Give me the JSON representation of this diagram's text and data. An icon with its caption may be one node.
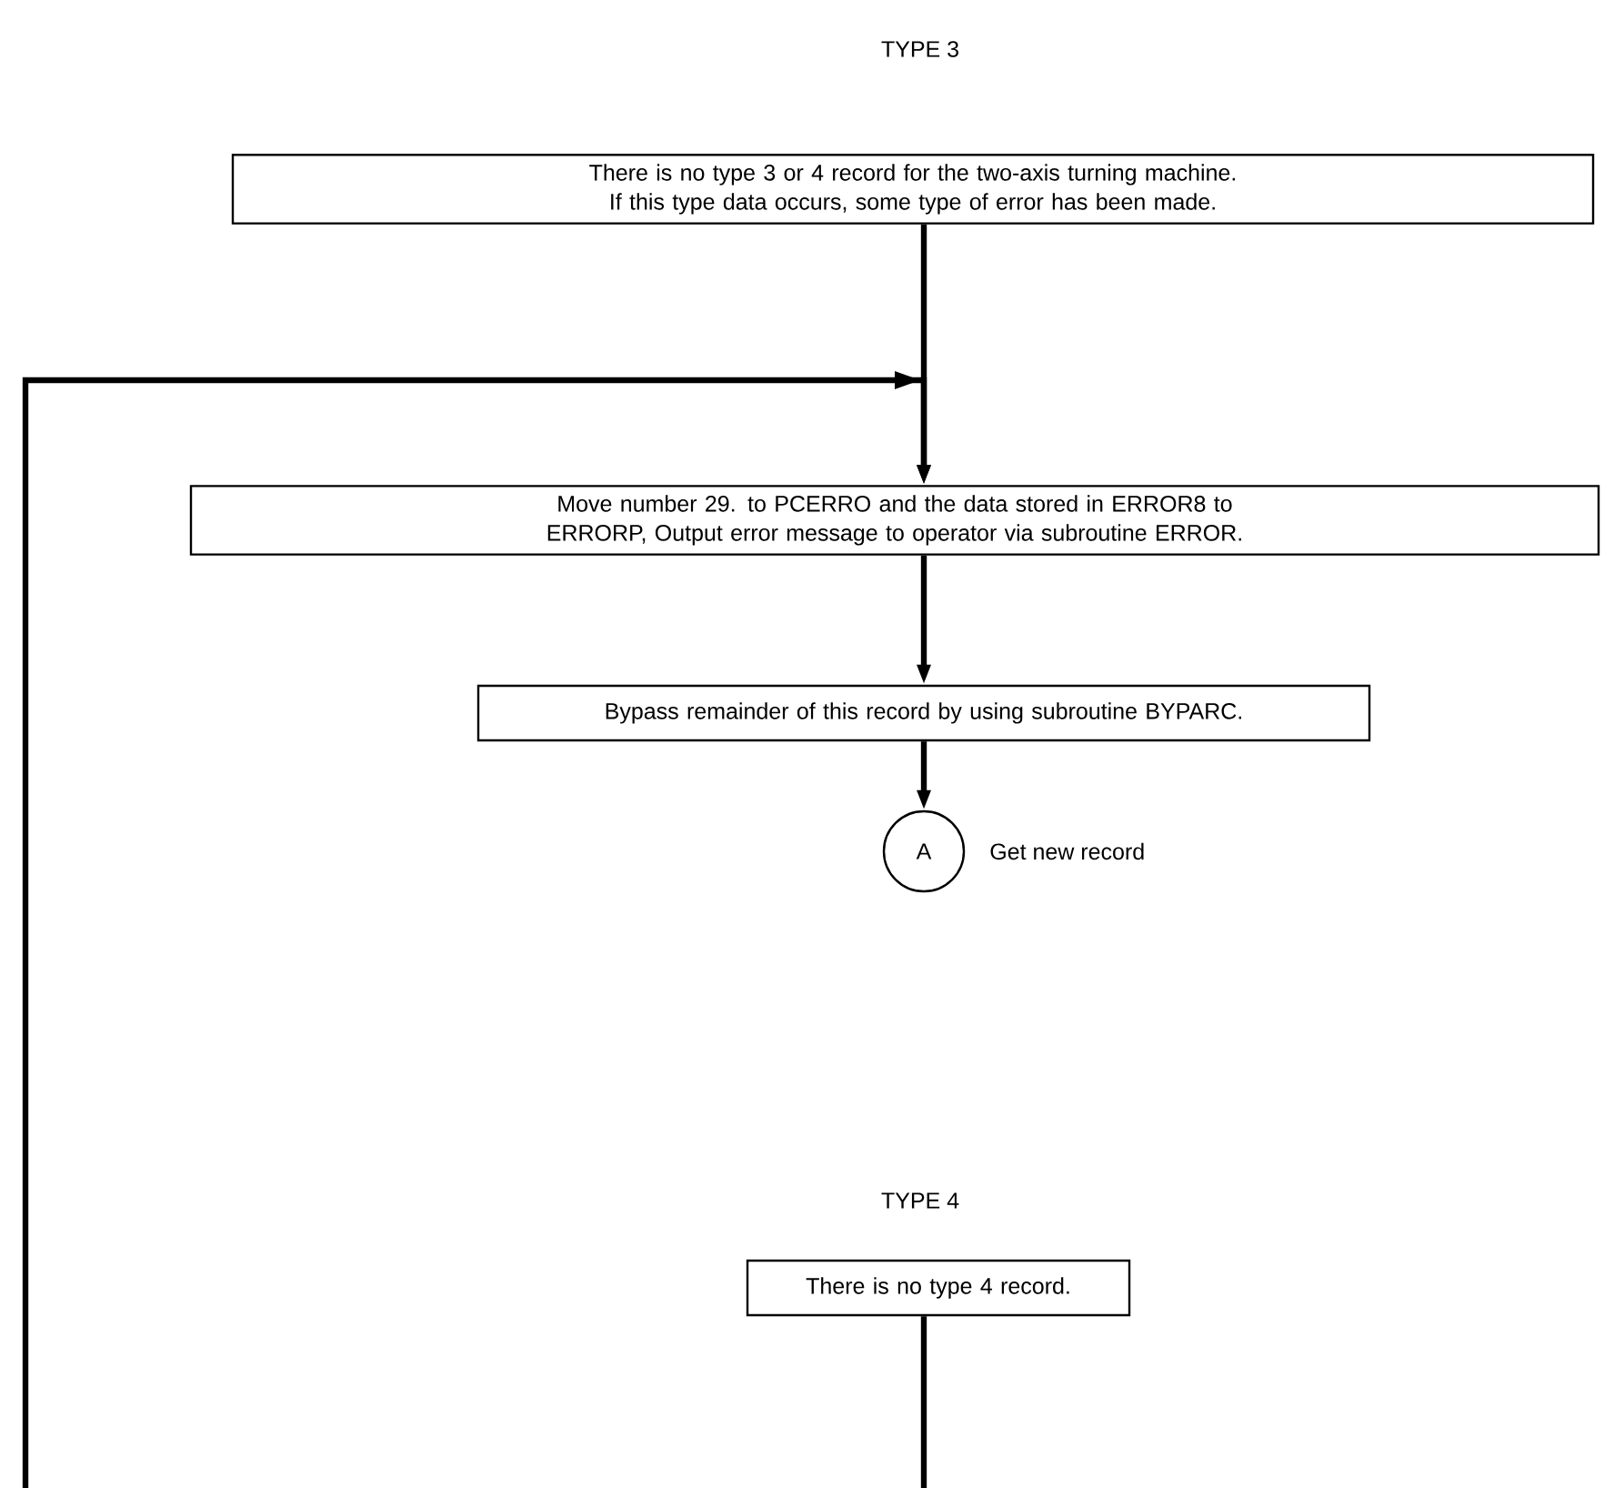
{
  "diagram": {
    "nodes": [
      {
        "text": [
          "There is no type 3 or 4 record for the two-axis turning machine. If this type data occurs, some type of error has been made."
        ]
      },
      {
        "text": [
          "Move number 29. to PCERRO and the data stored in ERROR8 to ERRORP, Output error message to operator via subroutine ERROR."
        ]
      },
      {
        "text": [
          "Bypass remainder of this record by using subroutine BYPARC."
        ]
      },
      {
        "text": [
          "A"
        ],
        "beside": [
          "Get new record"
        ]
      },
      {
        "text": [
          "There is no type 4 record."
        ]
      }
    ],
    "edges": [
      {
        "from": 0,
        "to": 1,
        "arrow": "to"
      },
      {
        "from": 1,
        "to": 2,
        "arrow": "to"
      },
      {
        "from": 2,
        "to": 3,
        "arrow": "to"
      },
      {
        "from": 4,
        "to": 1,
        "arrow": "to"
      }
    ],
    "labels": [
      "TYPE 3",
      "TYPE 4"
    ]
  }
}
